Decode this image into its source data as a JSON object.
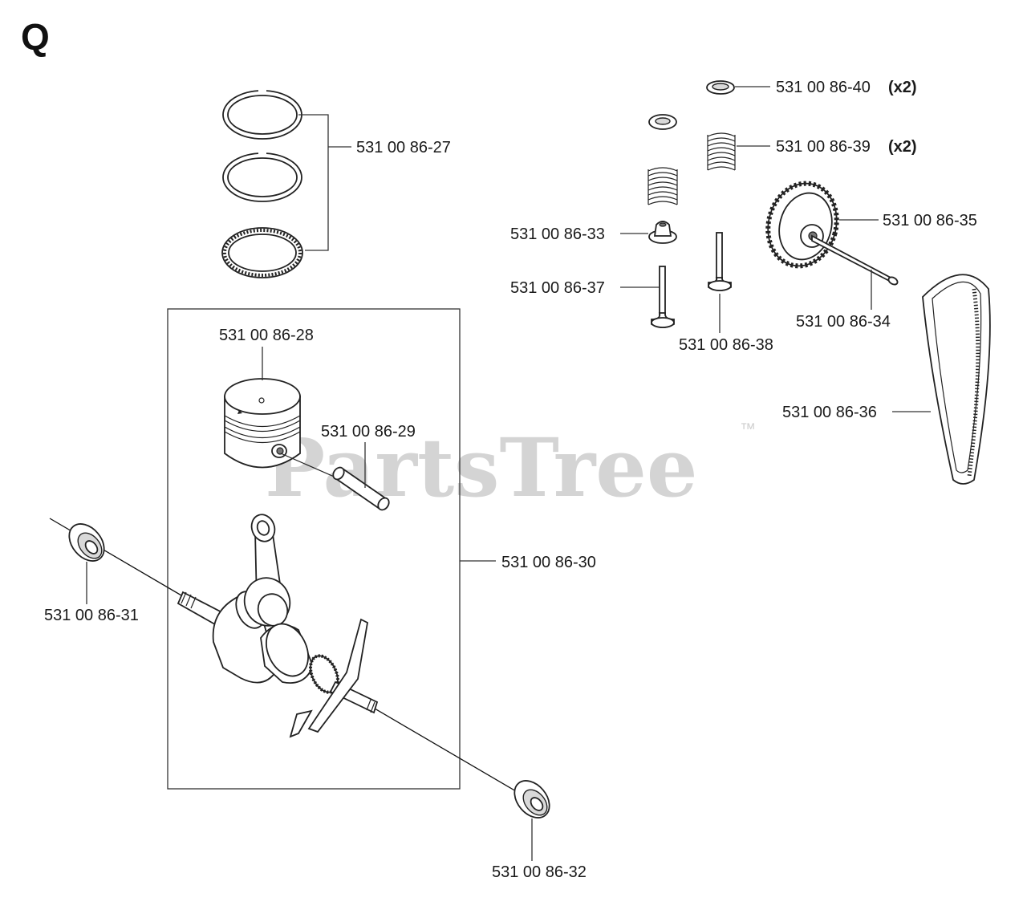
{
  "section": "Q",
  "watermark": {
    "text": "PartsTree",
    "trademark": "™"
  },
  "parts": [
    {
      "id": "p27",
      "number": "531 00 86-27",
      "qty": ""
    },
    {
      "id": "p28",
      "number": "531 00 86-28",
      "qty": ""
    },
    {
      "id": "p29",
      "number": "531 00 86-29",
      "qty": ""
    },
    {
      "id": "p30",
      "number": "531 00 86-30",
      "qty": ""
    },
    {
      "id": "p31",
      "number": "531 00 86-31",
      "qty": ""
    },
    {
      "id": "p32",
      "number": "531 00 86-32",
      "qty": ""
    },
    {
      "id": "p33",
      "number": "531 00 86-33",
      "qty": ""
    },
    {
      "id": "p34",
      "number": "531 00 86-34",
      "qty": ""
    },
    {
      "id": "p35",
      "number": "531 00 86-35",
      "qty": ""
    },
    {
      "id": "p36",
      "number": "531 00 86-36",
      "qty": ""
    },
    {
      "id": "p37",
      "number": "531 00 86-37",
      "qty": ""
    },
    {
      "id": "p38",
      "number": "531 00 86-38",
      "qty": ""
    },
    {
      "id": "p39",
      "number": "531 00 86-39",
      "qty": "(x2)"
    },
    {
      "id": "p40",
      "number": "531 00 86-40",
      "qty": "(x2)"
    }
  ]
}
